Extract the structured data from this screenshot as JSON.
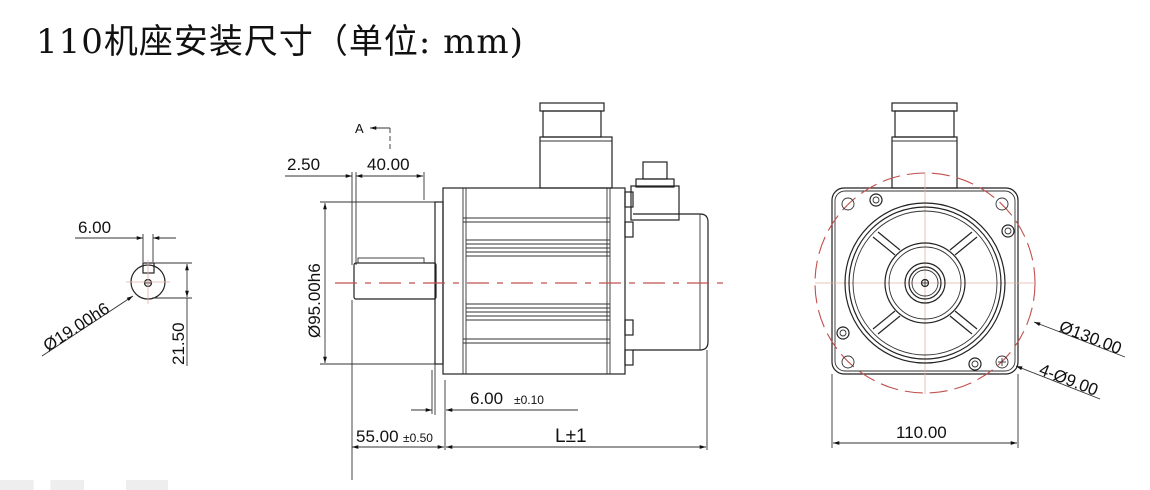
{
  "title": "110机座安装尺寸（单位: mm)",
  "shaft_end_view": {
    "key_width": "6.00",
    "shaft_diameter": "Ø19.00h6",
    "key_height": "21.50"
  },
  "side_view": {
    "section_label": "A",
    "flange_thickness": "2.50",
    "shaft_length": "40.00",
    "pilot_diameter": "Ø95.00h6",
    "flange_offset": "6.00",
    "flange_offset_tol": "±0.10",
    "shaft_total": "55.00",
    "shaft_total_tol": "±0.50",
    "body_length": "L±1"
  },
  "front_view": {
    "bolt_circle": "Ø130.00",
    "mount_holes": "4-Ø9.00",
    "frame_size": "110.00"
  },
  "colors": {
    "line": "#222222",
    "centerline": "#c0504d",
    "background": "#ffffff"
  }
}
